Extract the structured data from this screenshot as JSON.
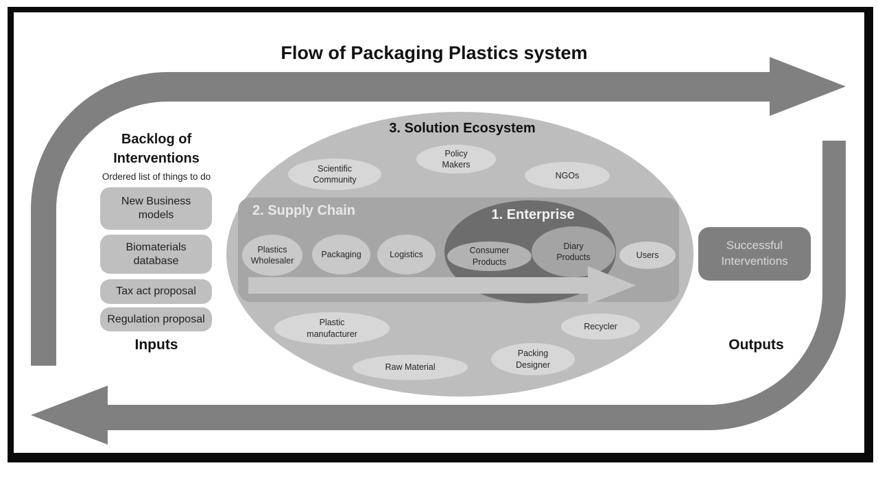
{
  "title": "Flow of Packaging Plastics system",
  "backlog": {
    "heading": "Backlog of Interventions",
    "subheading": "Ordered list of things to do",
    "items": [
      "New Business models",
      "Biomaterials database",
      "Tax act proposal",
      "Regulation proposal"
    ],
    "inputs_label": "Inputs"
  },
  "ecosystem": {
    "title": "3. Solution Ecosystem",
    "actors": [
      "Scientific Community",
      "Policy Makers",
      "NGOs",
      "Plastic manufacturer",
      "Raw Material",
      "Packing Designer",
      "Recycler"
    ]
  },
  "supply_chain": {
    "title": "2. Supply Chain",
    "nodes": [
      "Plastics Wholesaler",
      "Packaging",
      "Logistics"
    ]
  },
  "enterprise": {
    "title": "1. Enterprise",
    "nodes": [
      "Consumer Products",
      "Diary Products"
    ]
  },
  "users_label": "Users",
  "outputs": {
    "box_label": "Successful Interventions",
    "outputs_label": "Outputs"
  },
  "colors": {
    "flow_arrow": "#808080",
    "frame_border": "#0a0a0a",
    "ecosystem_fill": "#bdbdbd",
    "supply_chain_fill": "#a6a6a6",
    "enterprise_fill": "#6d6d6d",
    "actor_ellipse_fill": "#d7d7d7",
    "supply_node_fill": "#c9c9c9",
    "consumer_fill": "#b2b2b2",
    "diary_fill": "#a4a4a4",
    "users_fill": "#d0d0d0",
    "backlog_box_fill": "#bfbfbf",
    "success_box_fill": "#7f7f7f",
    "inner_arrow_fill": "#c6c6c6"
  }
}
